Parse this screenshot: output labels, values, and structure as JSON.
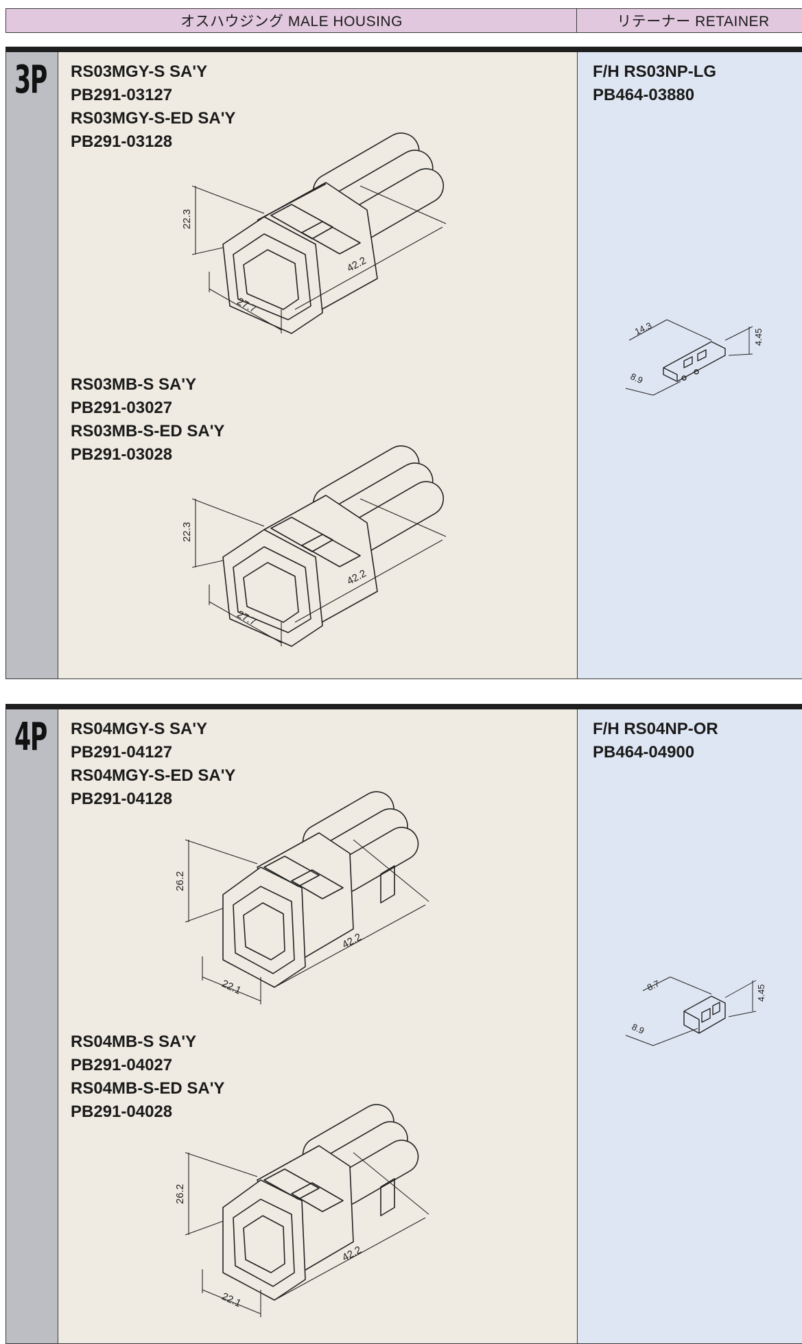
{
  "header": {
    "male_housing": "オスハウジング  MALE HOUSING",
    "retainer": "リテーナー  RETAINER"
  },
  "sections": [
    {
      "pins": "3P",
      "housings": [
        {
          "lines": [
            "RS03MGY-S SA'Y",
            "PB291-03127",
            "RS03MGY-S-ED SA'Y",
            "PB291-03128"
          ],
          "dims": {
            "height": "22.3",
            "width": "27.7",
            "length": "42.2"
          }
        },
        {
          "lines": [
            "RS03MB-S SA'Y",
            "PB291-03027",
            "RS03MB-S-ED SA'Y",
            "PB291-03028"
          ],
          "dims": {
            "height": "22.3",
            "width": "27.7",
            "length": "42.2"
          }
        }
      ],
      "retainer": {
        "lines": [
          "F/H RS03NP-LG",
          "PB464-03880"
        ],
        "dims": {
          "length": "14.3",
          "height": "4.45",
          "depth": "8.9"
        }
      }
    },
    {
      "pins": "4P",
      "housings": [
        {
          "lines": [
            "RS04MGY-S SA'Y",
            "PB291-04127",
            "RS04MGY-S-ED SA'Y",
            "PB291-04128"
          ],
          "dims": {
            "height": "26.2",
            "width": "22.1",
            "length": "42.2"
          }
        },
        {
          "lines": [
            "RS04MB-S SA'Y",
            "PB291-04027",
            "RS04MB-S-ED SA'Y",
            "PB291-04028"
          ],
          "dims": {
            "height": "26.2",
            "width": "22.1",
            "length": "42.2"
          }
        }
      ],
      "retainer": {
        "lines": [
          "F/H RS04NP-OR",
          "PB464-04900"
        ],
        "dims": {
          "length": "8.7",
          "height": "4.45",
          "depth": "8.9"
        }
      }
    }
  ]
}
